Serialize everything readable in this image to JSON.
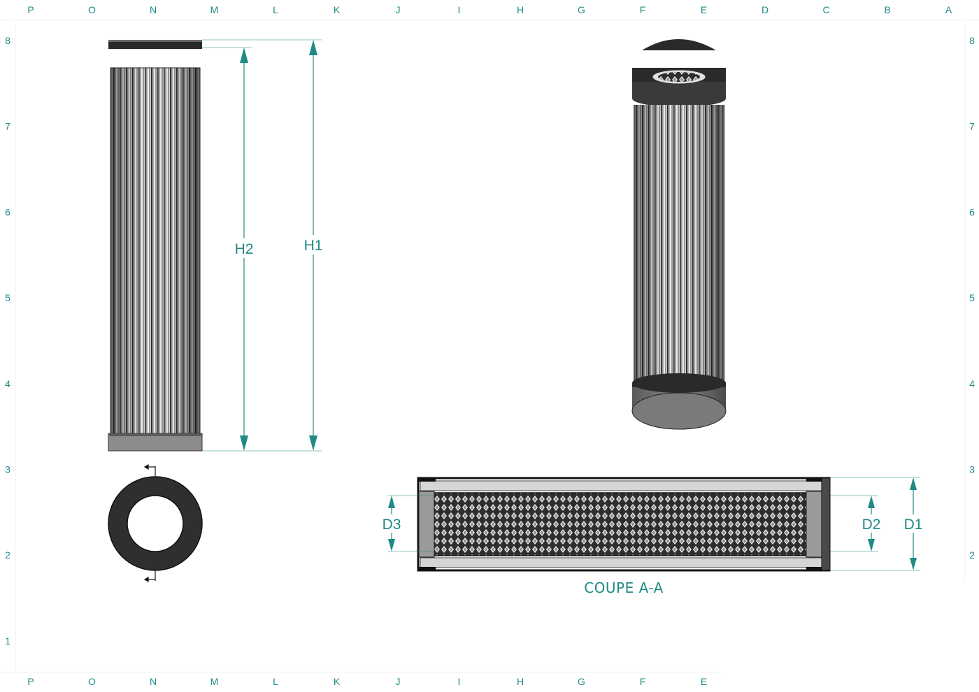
{
  "sheet": {
    "columns_top": [
      "P",
      "O",
      "N",
      "M",
      "L",
      "K",
      "J",
      "I",
      "H",
      "G",
      "F",
      "E",
      "D",
      "C",
      "B",
      "A"
    ],
    "columns_bottom": [
      "P",
      "O",
      "N",
      "M",
      "L",
      "K",
      "J",
      "I",
      "H",
      "G",
      "F",
      "E"
    ],
    "rows_left": [
      "8",
      "7",
      "6",
      "5",
      "4",
      "3",
      "2",
      "1"
    ],
    "rows_right": [
      "8",
      "7",
      "6",
      "5",
      "4",
      "3",
      "2"
    ]
  },
  "dimensions": {
    "h1": "H1",
    "h2": "H2",
    "d1": "D1",
    "d2": "D2",
    "d3": "D3"
  },
  "section": {
    "title": "COUPE A-A"
  },
  "colors": {
    "annotation": "#1f8a86",
    "end_cap": "#3a3a3a",
    "pleat_light": "#c8c8c8",
    "pleat_dark": "#2a2a2a"
  }
}
